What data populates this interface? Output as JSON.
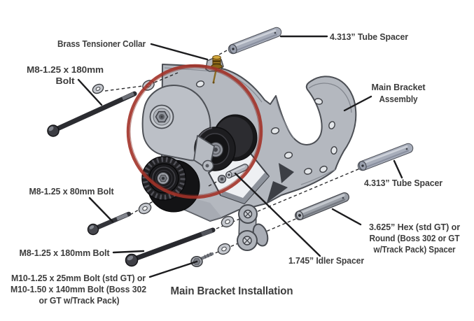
{
  "diagram": {
    "caption": "Main Bracket Installation",
    "labels": {
      "brass_collar": {
        "text": "Brass Tensioner Collar"
      },
      "tube_spacer_top": {
        "text": "4.313” Tube Spacer"
      },
      "m8_180_top": {
        "line1": "M8-1.25 x 180mm",
        "line2": "Bolt"
      },
      "main_bracket_assembly": {
        "line1": "Main Bracket",
        "line2": "Assembly"
      },
      "m8_80": {
        "text": "M8-1.25 x 80mm Bolt"
      },
      "tube_spacer_right": {
        "text": "4.313” Tube Spacer"
      },
      "hex_spacer": {
        "line1": "3.625” Hex (std GT) or",
        "line2": "Round (Boss 302 or GT",
        "line3": "w/Track Pack) Spacer"
      },
      "m8_180_bottom": {
        "text": "M8-1.25 x 180mm Bolt"
      },
      "idler_spacer": {
        "text": "1.745” Idler Spacer"
      },
      "m10": {
        "line1": "M10-1.25 x 25mm Bolt (std GT) or",
        "line2": "M10-1.50 x 140mm Bolt (Boss 302",
        "line3": "or GT w/Track Pack)"
      }
    },
    "colors": {
      "background": "#ffffff",
      "text": "#3d3d3d",
      "leader_line": "#1c1c1e",
      "red_highlight": "#a23228",
      "bracket_gray": "#b4b8bf",
      "pulley_black": "#1b1b1e",
      "brass": "#a87c22",
      "spacer_gray": "#a7adba",
      "bolt_dark": "#2b2c31"
    }
  }
}
